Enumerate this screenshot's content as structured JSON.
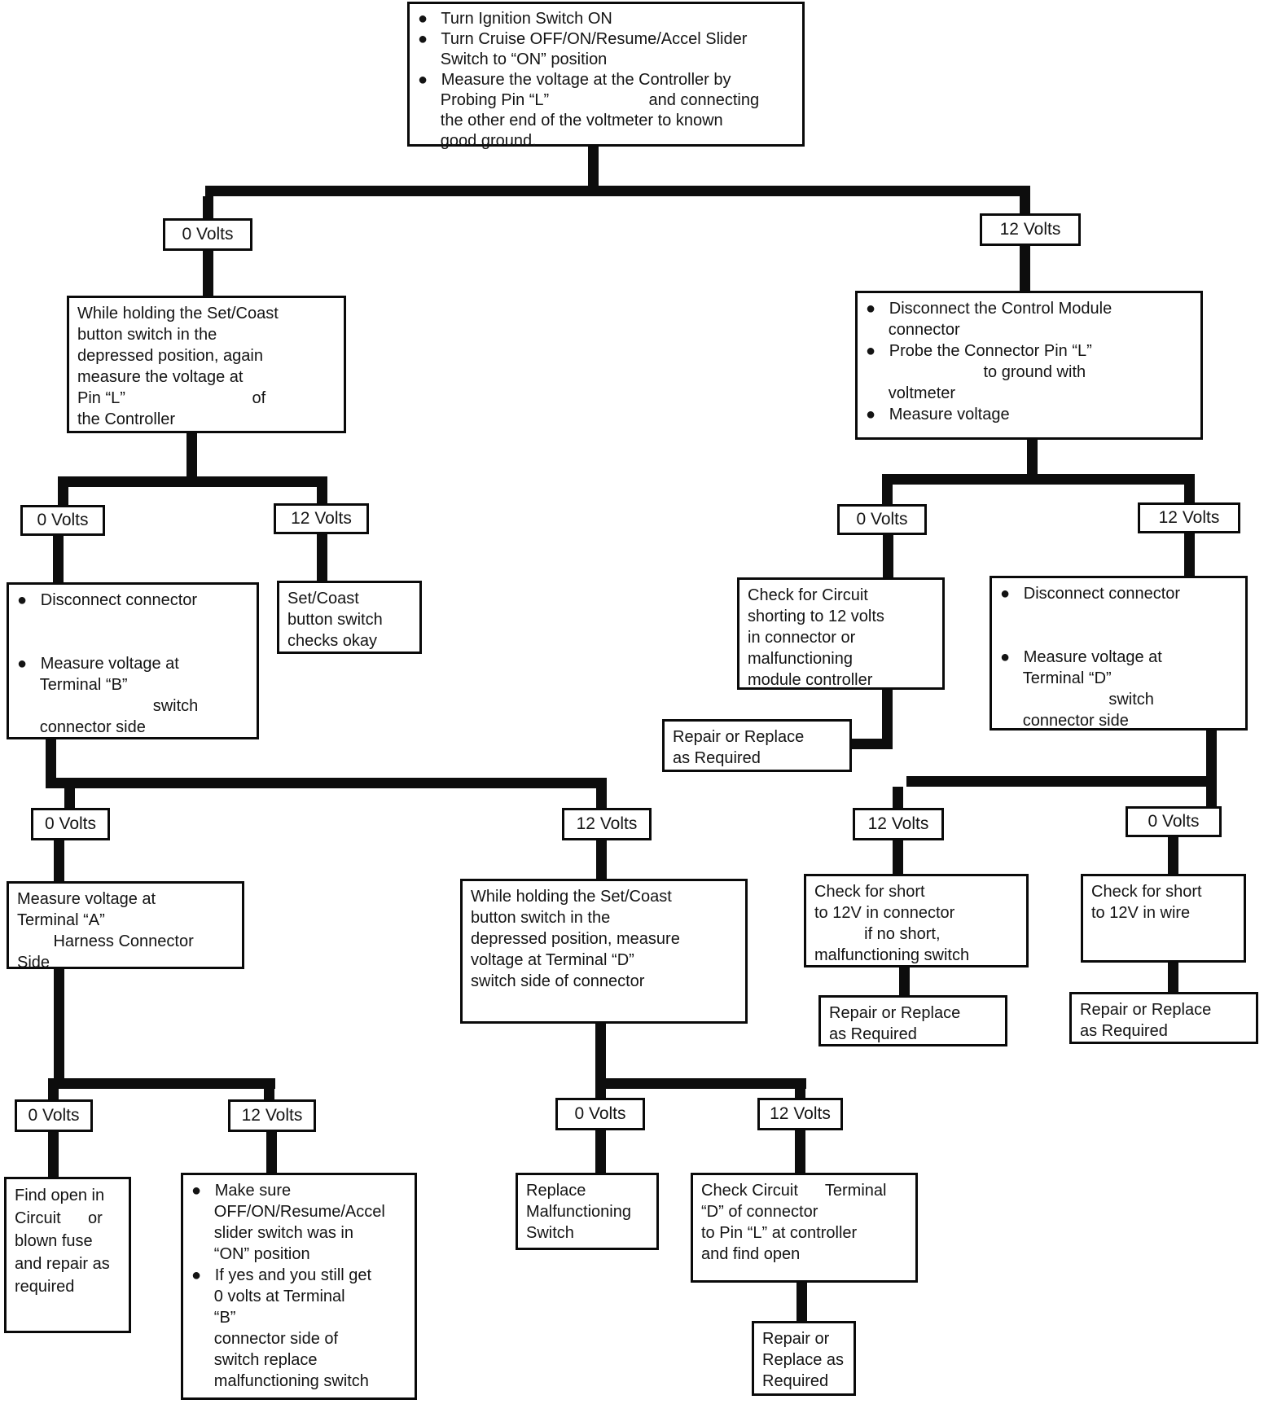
{
  "colors": {
    "line": "#0d0d0d",
    "box_border": "#0a0a0a",
    "background": "#ffffff",
    "text": "#141414"
  },
  "labels": {
    "top_left": "0 Volts",
    "top_right": "12 Volts",
    "a_left": "0 Volts",
    "a_right": "12 Volts",
    "b_left": "0 Volts",
    "b_right": "12 Volts",
    "c_left": "0 Volts",
    "c_right": "12 Volts",
    "f_left": "12 Volts",
    "f_right": "0 Volts",
    "m_left": "0 Volts",
    "m_right": "12 Volts",
    "h_left": "0 Volts",
    "h_right": "12 Volts"
  },
  "nodes": {
    "start": {
      "text": "●   Turn Ignition Switch ON\n●   Turn Cruise OFF/ON/Resume/Accel Slider\n     Switch to “ON” position\n●   Measure the voltage at the Controller by\n     Probing Pin “L”                      and connecting\n     the other end of the voltmeter to known\n     good ground."
    },
    "while_holding_pin_l": {
      "text": "While holding the Set/Coast\nbutton switch in the\ndepressed position, again\nmeasure the voltage at\nPin “L”                            of\nthe Controller"
    },
    "disconnect_control_module": {
      "text": "●   Disconnect the Control Module\n     connector\n●   Probe the Connector Pin “L”\n                          to ground with\n     voltmeter\n●   Measure voltage"
    },
    "disconnect_connector_b": {
      "text": "●   Disconnect connector\n\n\n●   Measure voltage at\n     Terminal “B”\n                              switch\n     connector side"
    },
    "set_coast_okay": {
      "text": "Set/Coast\nbutton switch\nchecks okay"
    },
    "check_circuit_shorting": {
      "text": "Check for Circuit\nshorting to 12 volts\nin connector or\nmalfunctioning\nmodule controller"
    },
    "disconnect_connector_d": {
      "text": "●   Disconnect connector\n\n\n●   Measure voltage at\n     Terminal “D”\n                        switch\n     connector side"
    },
    "repair_replace_1": {
      "text": "Repair or Replace\nas Required"
    },
    "measure_terminal_a": {
      "text": "Measure voltage at\nTerminal “A”\n        Harness Connector\nSide"
    },
    "while_holding_terminal_d": {
      "text": "While holding the Set/Coast\nbutton switch in the\ndepressed position, measure\nvoltage at Terminal “D”\nswitch side of connector"
    },
    "check_short_connector": {
      "text": "Check for short\nto 12V in connector\n           if no short,\nmalfunctioning switch"
    },
    "check_short_wire": {
      "text": "Check for short\nto 12V in wire"
    },
    "repair_replace_2": {
      "text": "Repair or Replace\nas Required"
    },
    "repair_replace_3": {
      "text": "Repair or Replace\nas Required"
    },
    "find_open_circuit": {
      "text": "Find open in\nCircuit      or\nblown fuse\nand repair as\nrequired"
    },
    "make_sure_slider": {
      "text": "●   Make sure\n     OFF/ON/Resume/Accel\n     slider switch was in\n     “ON” position\n●   If yes and you still get\n     0 volts at Terminal\n     “B”\n     connector side of\n     switch replace\n     malfunctioning switch"
    },
    "replace_malfunctioning_switch": {
      "text": "Replace\nMalfunctioning\nSwitch"
    },
    "check_circuit_terminal_d": {
      "text": "Check Circuit      Terminal\n“D” of connector\nto Pin “L” at controller\nand find open"
    },
    "repair_replace_4": {
      "text": "Repair or\nReplace as\nRequired"
    }
  }
}
